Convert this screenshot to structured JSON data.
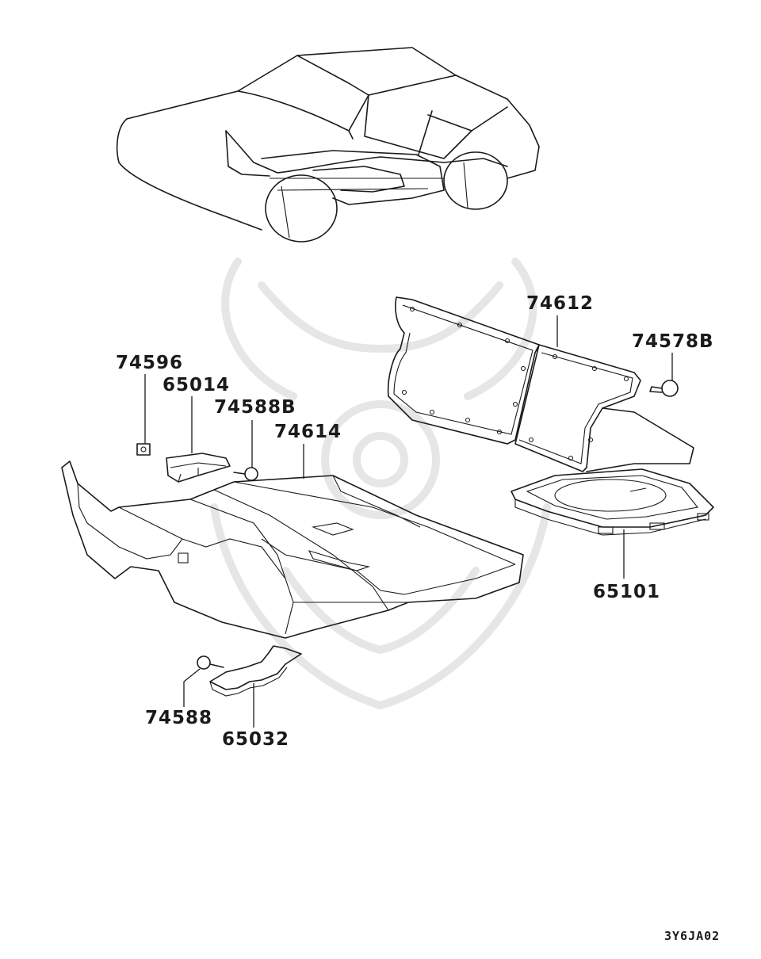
{
  "parts": [
    {
      "id": "p74612",
      "number": "74612"
    },
    {
      "id": "p74578B",
      "number": "74578B"
    },
    {
      "id": "p74596",
      "number": "74596"
    },
    {
      "id": "p65014",
      "number": "65014"
    },
    {
      "id": "p74588B",
      "number": "74588B"
    },
    {
      "id": "p74614",
      "number": "74614"
    },
    {
      "id": "p65101",
      "number": "65101"
    },
    {
      "id": "p74588",
      "number": "74588"
    },
    {
      "id": "p65032",
      "number": "65032"
    }
  ],
  "diagram_code": "3Y6JA02"
}
